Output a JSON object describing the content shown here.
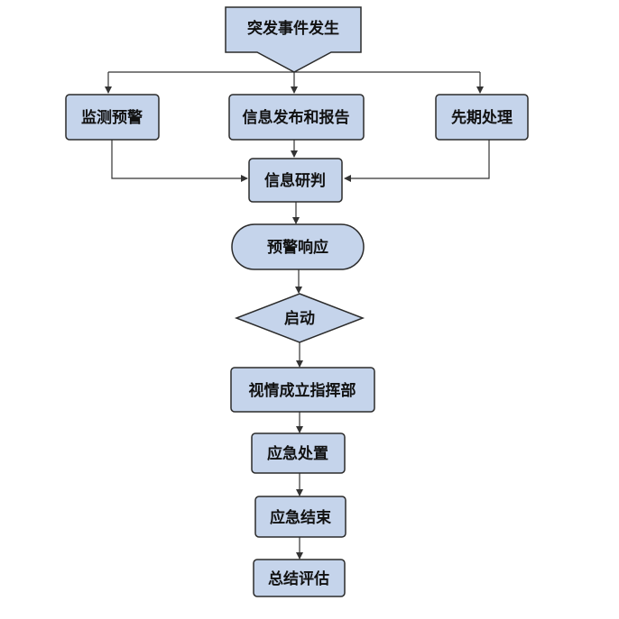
{
  "diagram": {
    "colors": {
      "fill": "#C5D4EB",
      "stroke": "#2B2B2B",
      "line": "#333333",
      "text": "#111111"
    },
    "nodes": {
      "start": "突发事件发生",
      "monitor": "监测预警",
      "publish": "信息发布和报告",
      "prior": "先期处理",
      "judge": "信息研判",
      "response": "预警响应",
      "launch": "启动",
      "hq": "视情成立指挥部",
      "handle": "应急处置",
      "end": "应急结束",
      "evaluate": "总结评估"
    }
  }
}
